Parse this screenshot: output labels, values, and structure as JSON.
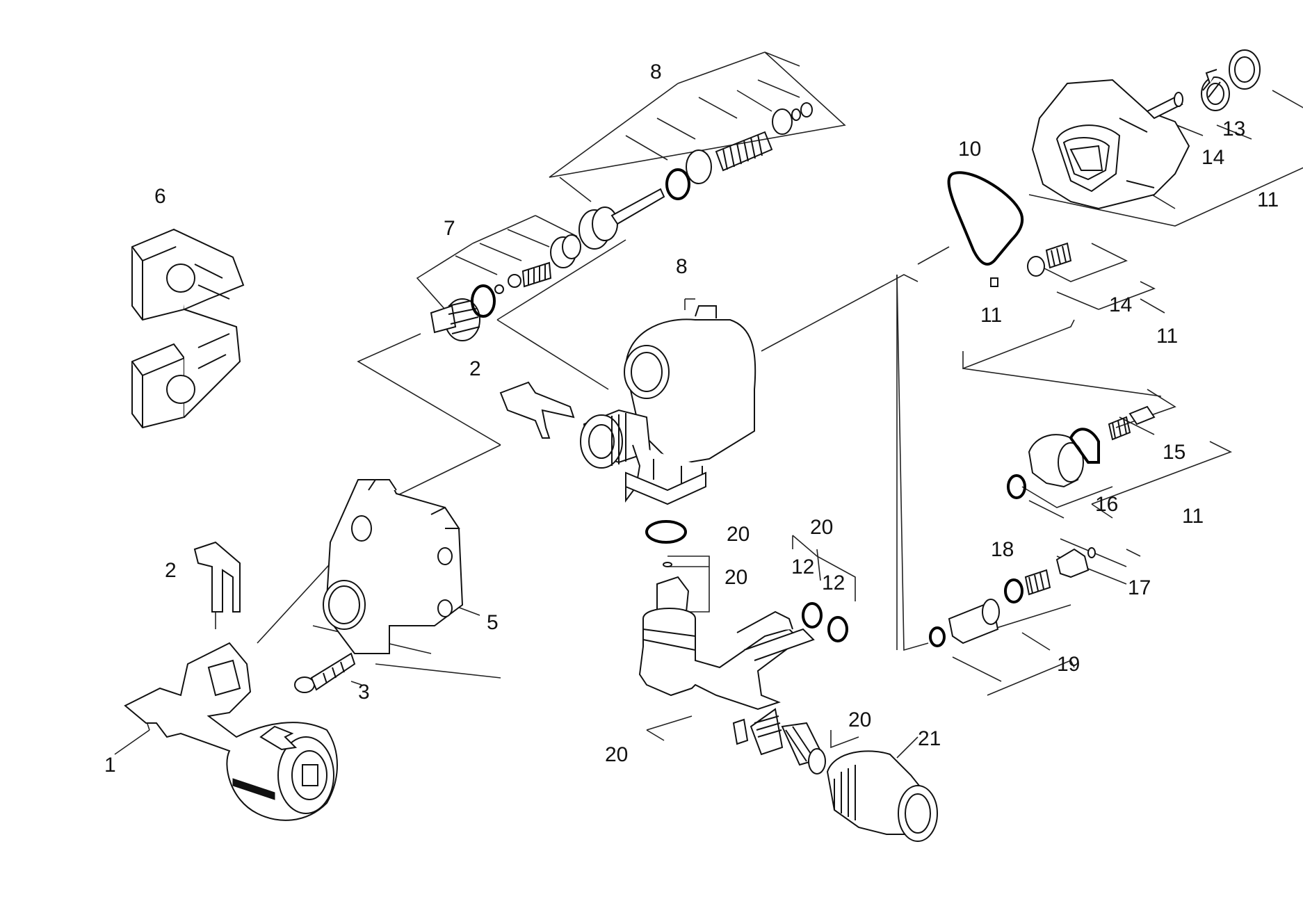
{
  "callouts": [
    {
      "label": "1"
    },
    {
      "label": "2"
    },
    {
      "label": "2"
    },
    {
      "label": "3"
    },
    {
      "label": "5"
    },
    {
      "label": "6"
    },
    {
      "label": "7"
    },
    {
      "label": "8"
    },
    {
      "label": "8"
    },
    {
      "label": "10"
    },
    {
      "label": "11"
    },
    {
      "label": "11"
    },
    {
      "label": "11"
    },
    {
      "label": "11"
    },
    {
      "label": "12"
    },
    {
      "label": "12"
    },
    {
      "label": "13"
    },
    {
      "label": "14"
    },
    {
      "label": "14"
    },
    {
      "label": "15"
    },
    {
      "label": "16"
    },
    {
      "label": "17"
    },
    {
      "label": "18"
    },
    {
      "label": "19"
    },
    {
      "label": "20"
    },
    {
      "label": "20"
    },
    {
      "label": "20"
    },
    {
      "label": "20"
    },
    {
      "label": "20"
    },
    {
      "label": "21"
    }
  ]
}
